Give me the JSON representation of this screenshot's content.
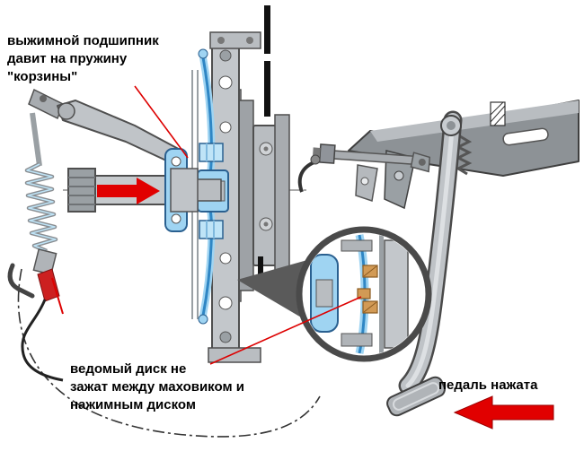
{
  "diagram": {
    "description": "clutch-mechanism-pedal-pressed",
    "labels": {
      "release_bearing": "выжимной подшипник\nдавит на пружину\n\"корзины\"",
      "driven_disc": "ведомый диск не\nзажат между маховиком и\nнажимным диском",
      "pedal_pressed": "педаль нажата"
    }
  },
  "colors": {
    "arrow_red": "#e10000",
    "callout_red": "#dd0000",
    "highlight_blue": "#9fd4f2",
    "highlight_blue_dark": "#2f86c4",
    "highlight_blue_pale": "#bfe4f7",
    "friction_tan": "#d29a55",
    "friction_tan_dark": "#8a5a20"
  }
}
